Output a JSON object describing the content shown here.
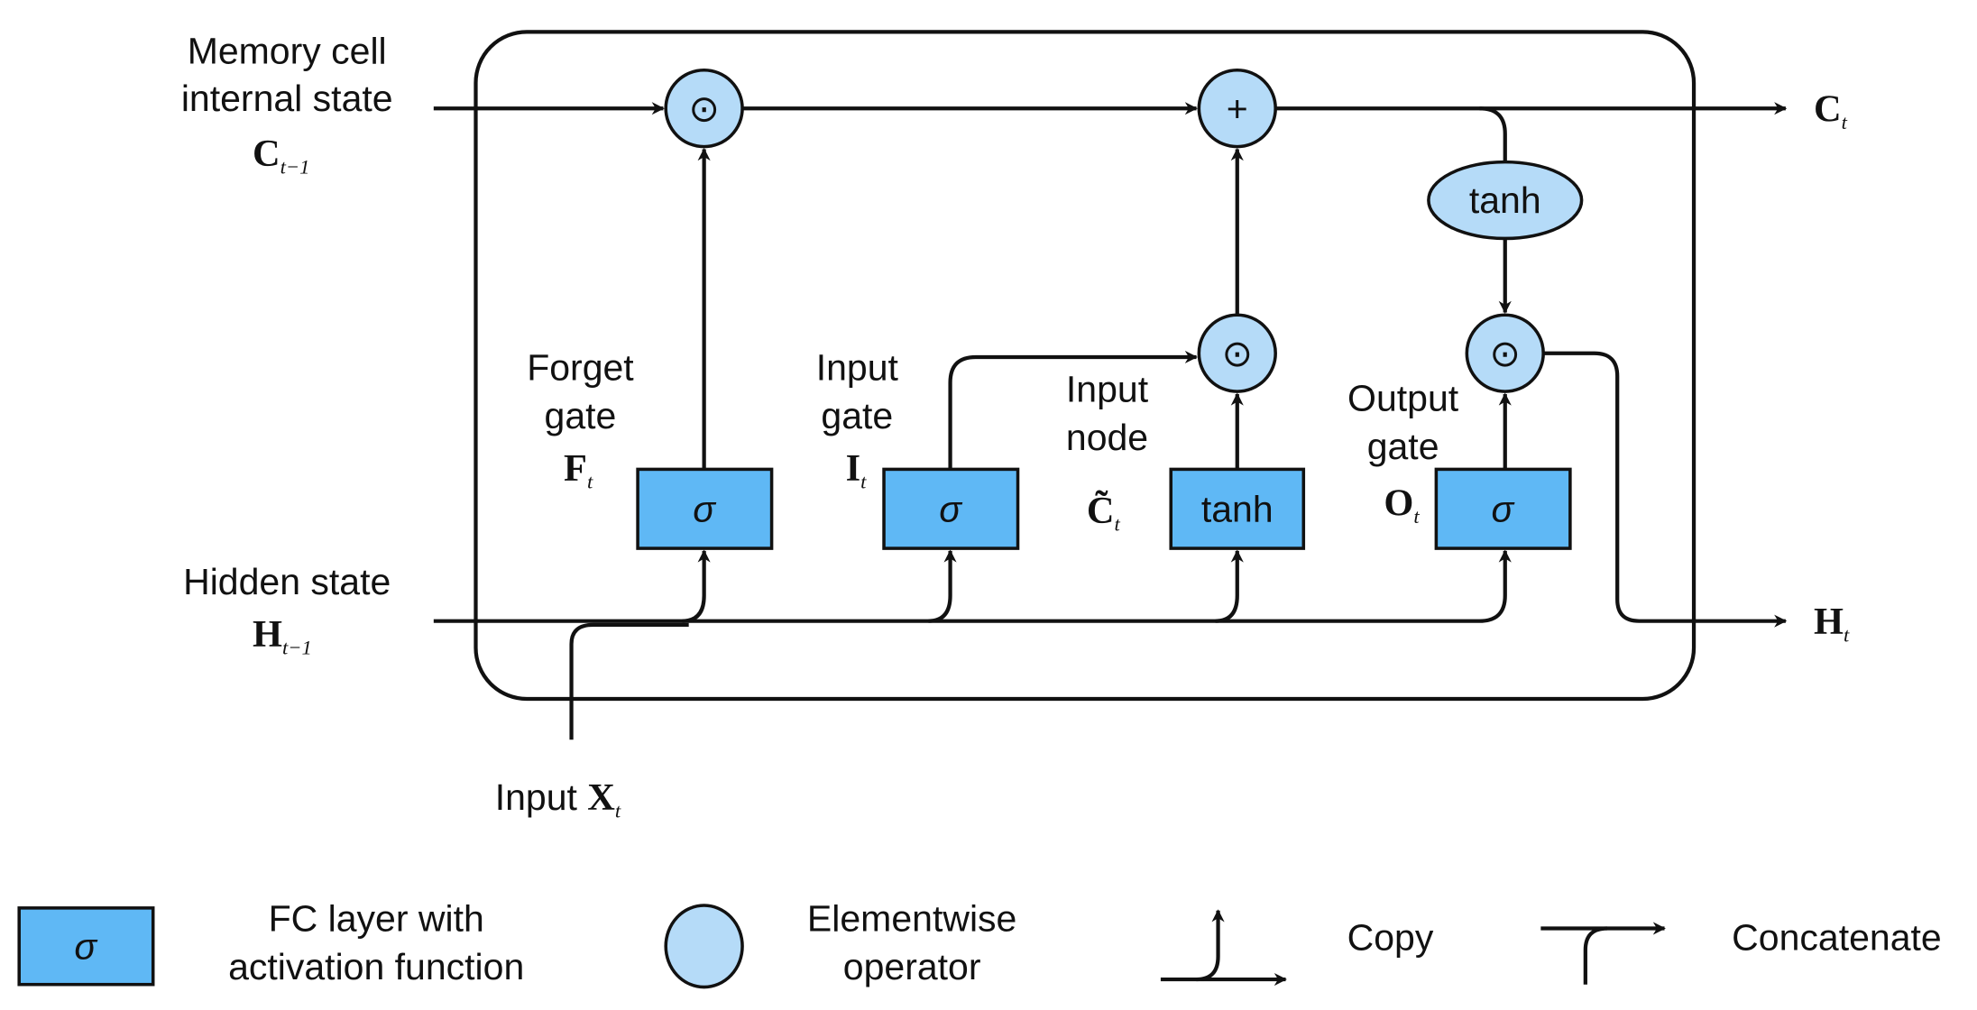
{
  "colors": {
    "fc_layer": "#5fb8f5",
    "elementwise": "#b5dbf8",
    "line": "#111111"
  },
  "inputs": {
    "memory_line1": "Memory cell",
    "memory_line2": "internal state",
    "memory_symbol": "C",
    "memory_sub": "t−1",
    "hidden_line1": "Hidden state",
    "hidden_symbol": "H",
    "hidden_sub": "t−1",
    "x_label": "Input",
    "x_symbol": "X",
    "x_sub": "t"
  },
  "outputs": {
    "c_symbol": "C",
    "c_sub": "t",
    "h_symbol": "H",
    "h_sub": "t"
  },
  "gates": [
    {
      "line1": "Forget",
      "line2": "gate",
      "symbol": "F",
      "sub": "t",
      "activation": "σ"
    },
    {
      "line1": "Input",
      "line2": "gate",
      "symbol": "I",
      "sub": "t",
      "activation": "σ"
    },
    {
      "line1": "Input",
      "line2": "node",
      "symbol": "C̃",
      "sub": "t",
      "activation": "tanh"
    },
    {
      "line1": "Output",
      "line2": "gate",
      "symbol": "O",
      "sub": "t",
      "activation": "σ"
    }
  ],
  "operators": {
    "mult": "⊙",
    "add": "+",
    "tanh": "tanh"
  },
  "legend": {
    "fc_symbol": "σ",
    "fc_line1": "FC layer with",
    "fc_line2": "activation function",
    "elem_line1": "Elementwise",
    "elem_line2": "operator",
    "copy": "Copy",
    "concat": "Concatenate"
  }
}
